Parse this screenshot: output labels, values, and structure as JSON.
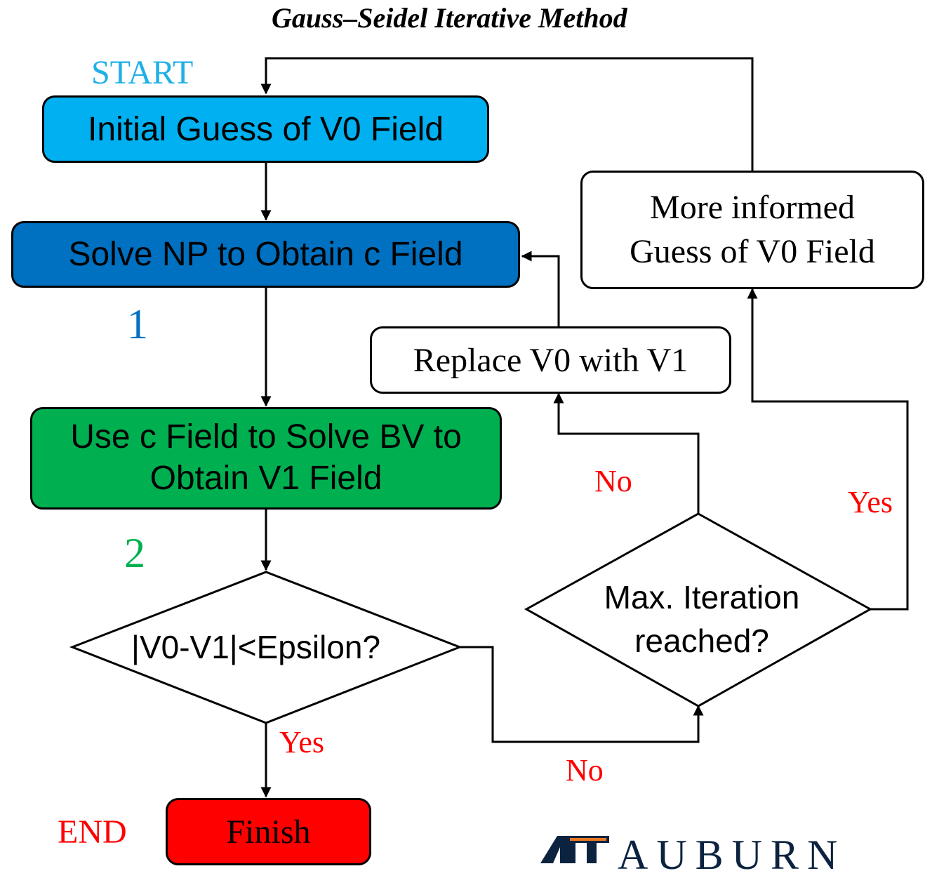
{
  "title": "Gauss–Seidel Iterative Method",
  "start_label": "START",
  "end_label": "END",
  "steps": {
    "initial_guess": "Initial Guess of V0 Field",
    "solve_np": "Solve NP to Obtain c Field",
    "solve_bv_line1": "Use c Field to Solve BV to",
    "solve_bv_line2": "Obtain V1 Field",
    "finish": "Finish",
    "replace": "Replace V0 with V1",
    "more_informed_line1": "More informed",
    "more_informed_line2": "Guess of V0 Field"
  },
  "decisions": {
    "convergence": "|V0-V1|<Epsilon?",
    "max_iter_line1": "Max. Iteration",
    "max_iter_line2": "reached?"
  },
  "step_numbers": {
    "one": "1",
    "two": "2"
  },
  "edge_labels": {
    "conv_yes": "Yes",
    "conv_no": "No",
    "maxit_no": "No",
    "maxit_yes": "Yes"
  },
  "logo": {
    "text": "AUBURN"
  },
  "colors": {
    "start": "#1fb0e6",
    "initial_fill": "#00b0f0",
    "solve_np_fill": "#0070c0",
    "step1": "#0070c0",
    "solve_bv_fill": "#00b050",
    "step2": "#00b050",
    "finish_fill": "#ff0000",
    "labels_red": "#ff0000",
    "logo_navy": "#0c2340",
    "logo_orange": "#e87722"
  }
}
